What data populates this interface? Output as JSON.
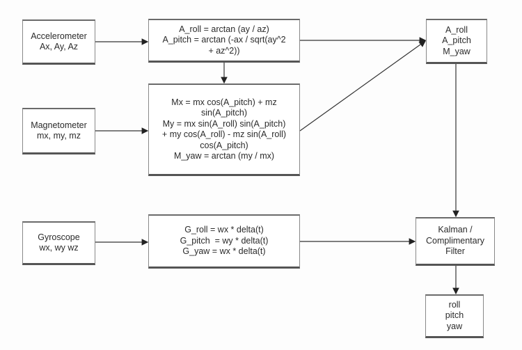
{
  "nodes": {
    "accelerometer": [
      "Accelerometer",
      "Ax, Ay, Az"
    ],
    "accel_formulas": [
      "A_roll = arctan (ay / az)",
      "A_pitch = arctan (-ax / sqrt(ay^2",
      "+ az^2))"
    ],
    "angles": [
      "A_roll",
      "A_pitch",
      "M_yaw"
    ],
    "magnetometer": [
      "Magnetometer",
      "mx, my, mz"
    ],
    "mag_formulas": [
      "Mx = mx cos(A_pitch) + mz",
      "sin(A_pitch)",
      "My = mx sin(A_roll) sin(A_pitch)",
      "+ my cos(A_roll) - mz sin(A_roll)",
      "cos(A_pitch)",
      "M_yaw = arctan (my / mx)"
    ],
    "gyroscope": [
      "Gyroscope",
      "wx, wy wz"
    ],
    "gyro_formulas": [
      "G_roll = wx * delta(t)",
      "G_pitch  = wy * delta(t)",
      "G_yaw = wx * delta(t)"
    ],
    "filter": [
      "Kalman /",
      "Complimentary",
      "Filter"
    ],
    "output": [
      "roll",
      "pitch",
      "yaw"
    ]
  }
}
